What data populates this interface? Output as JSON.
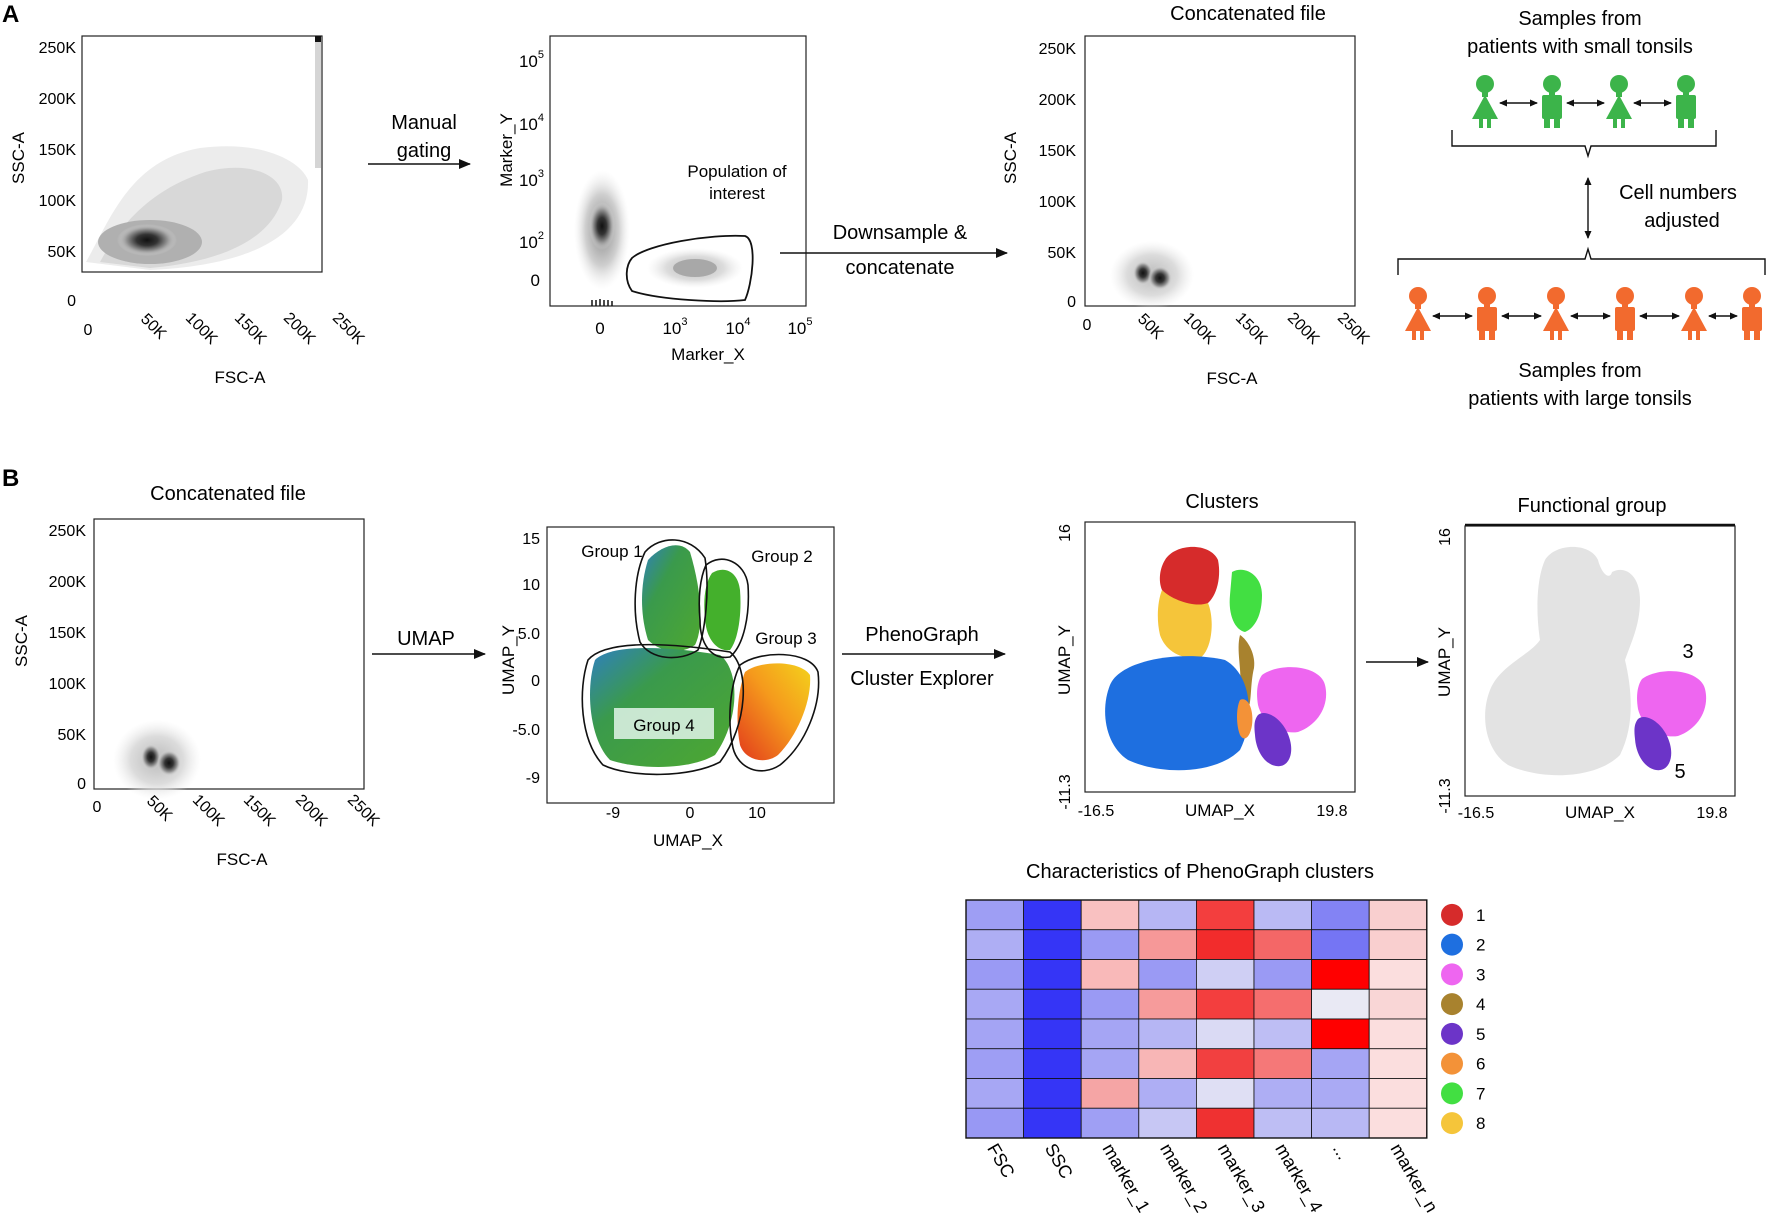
{
  "panel_a": {
    "label": "A",
    "plot1": {
      "ylabel": "SSC-A",
      "xlabel": "FSC-A",
      "yticks": [
        "250K",
        "200K",
        "150K",
        "100K",
        "50K",
        "0"
      ],
      "xticks": [
        "0",
        "50K",
        "100K",
        "150K",
        "200K",
        "250K"
      ]
    },
    "arrow1": {
      "line1": "Manual",
      "line2": "gating"
    },
    "plot2": {
      "ylabel": "Marker_Y",
      "xlabel": "Marker_X",
      "ytick_base": "10",
      "ytick_exps": [
        "5",
        "4",
        "3",
        "2"
      ],
      "ytick_zero": "0",
      "xtick_zero": "0",
      "xtick_base": "10",
      "xtick_exps": [
        "3",
        "4",
        "5"
      ],
      "gate_label_1": "Population of",
      "gate_label_2": "interest"
    },
    "arrow2": {
      "line1": "Downsample &",
      "line2": "concatenate"
    },
    "plot3": {
      "title": "Concatenated file",
      "ylabel": "SSC-A",
      "xlabel": "FSC-A",
      "yticks": [
        "250K",
        "200K",
        "150K",
        "100K",
        "50K",
        "0"
      ],
      "xticks": [
        "0",
        "50K",
        "100K",
        "150K",
        "200K",
        "250K"
      ]
    },
    "samples": {
      "top_label_1": "Samples from",
      "top_label_2": "patients with small tonsils",
      "middle_label_1": "Cell numbers",
      "middle_label_2": "adjusted",
      "bottom_label_1": "Samples from",
      "bottom_label_2": "patients with large tonsils",
      "green": "#3cb44a",
      "orange": "#f26a2e"
    }
  },
  "panel_b": {
    "label": "B",
    "plot1": {
      "title": "Concatenated file",
      "ylabel": "SSC-A",
      "xlabel": "FSC-A",
      "yticks": [
        "250K",
        "200K",
        "150K",
        "100K",
        "50K",
        "0"
      ],
      "xticks": [
        "0",
        "50K",
        "100K",
        "150K",
        "200K",
        "250K"
      ]
    },
    "arrow1": {
      "line1": "UMAP"
    },
    "umap": {
      "ylabel": "UMAP_Y",
      "xlabel": "UMAP_X",
      "yticks": [
        "15",
        "10",
        "5.0",
        "0",
        "-5.0",
        "-9"
      ],
      "xticks": [
        "-9",
        "0",
        "10"
      ],
      "groups": [
        "Group 1",
        "Group 2",
        "Group 3",
        "Group 4"
      ]
    },
    "arrow2": {
      "line1": "PhenoGraph",
      "line2": "Cluster Explorer"
    },
    "clusters": {
      "title": "Clusters",
      "ylabel": "UMAP_Y",
      "xlabel": "UMAP_X",
      "ymax": "16",
      "ymin": "-11.3",
      "xmin": "-16.5",
      "xmax": "19.8"
    },
    "functional": {
      "title": "Functional group",
      "ylabel": "UMAP_Y",
      "xlabel": "UMAP_X",
      "ymax": "16",
      "ymin": "-11.3",
      "xmin": "-16.5",
      "xmax": "19.8",
      "label_3": "3",
      "label_5": "5"
    },
    "heatmap": {
      "title": "Characteristics of PhenoGraph clusters",
      "columns": [
        "FSC",
        "SSC",
        "marker_1",
        "marker_2",
        "marker_3",
        "marker_4",
        "...",
        "marker_n"
      ],
      "rows": [
        [
          "#9e9ef4",
          "#3535f6",
          "#f9c1c1",
          "#b6b6f4",
          "#f33e3e",
          "#babaf4",
          "#8383f4",
          "#f9cfcf"
        ],
        [
          "#aeaef4",
          "#3535f6",
          "#9a9af4",
          "#f69898",
          "#f22c2c",
          "#f46767",
          "#7575f4",
          "#f9cfcf"
        ],
        [
          "#9a9af4",
          "#3535f6",
          "#f9b9b9",
          "#9a9af4",
          "#cfcff4",
          "#9a9af4",
          "#ff0000",
          "#fbdede"
        ],
        [
          "#a8a8f4",
          "#3535f6",
          "#9a9af4",
          "#f69b9b",
          "#f33e3e",
          "#f56e6e",
          "#e9e9f4",
          "#f9d6d6"
        ],
        [
          "#a4a4f4",
          "#3535f6",
          "#a5a5f4",
          "#b6b6f4",
          "#dadaf4",
          "#bebef4",
          "#ff0000",
          "#fbdede"
        ],
        [
          "#9e9ef4",
          "#3535f6",
          "#a5a5f4",
          "#f8b6b6",
          "#f24040",
          "#f57878",
          "#a5a5f4",
          "#fbdede"
        ],
        [
          "#a7a7f4",
          "#3535f6",
          "#f5a5a5",
          "#aeaef4",
          "#dfdff4",
          "#aeaef4",
          "#aaaaf4",
          "#fbdede"
        ],
        [
          "#9898f4",
          "#3535f6",
          "#9f9ff4",
          "#c7c7f4",
          "#ef3131",
          "#bebef4",
          "#b8b8f4",
          "#fbdede"
        ]
      ],
      "legend": [
        {
          "label": "1",
          "color": "#d62b2b"
        },
        {
          "label": "2",
          "color": "#1e6fe0"
        },
        {
          "label": "3",
          "color": "#ee66f0"
        },
        {
          "label": "4",
          "color": "#a8822e"
        },
        {
          "label": "5",
          "color": "#6c34c8"
        },
        {
          "label": "6",
          "color": "#f39238"
        },
        {
          "label": "7",
          "color": "#42df42"
        },
        {
          "label": "8",
          "color": "#f5c53a"
        }
      ]
    }
  }
}
